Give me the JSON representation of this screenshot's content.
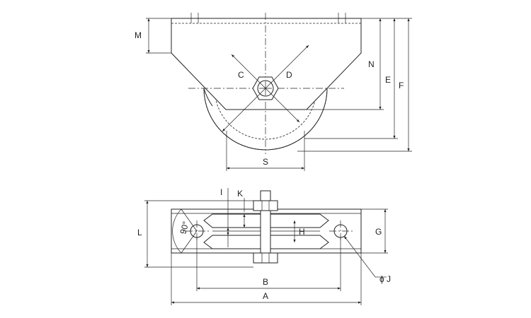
{
  "diagram": {
    "labels": {
      "M": "M",
      "N": "N",
      "E": "E",
      "F": "F",
      "C": "C",
      "D": "D",
      "S": "S",
      "I": "I",
      "K": "K",
      "L": "L",
      "H": "H",
      "G": "G",
      "B": "B",
      "A": "A",
      "angle": "90°",
      "phiJ": "ϕ J"
    },
    "colors": {
      "line": "#222222",
      "background": "#ffffff"
    }
  }
}
